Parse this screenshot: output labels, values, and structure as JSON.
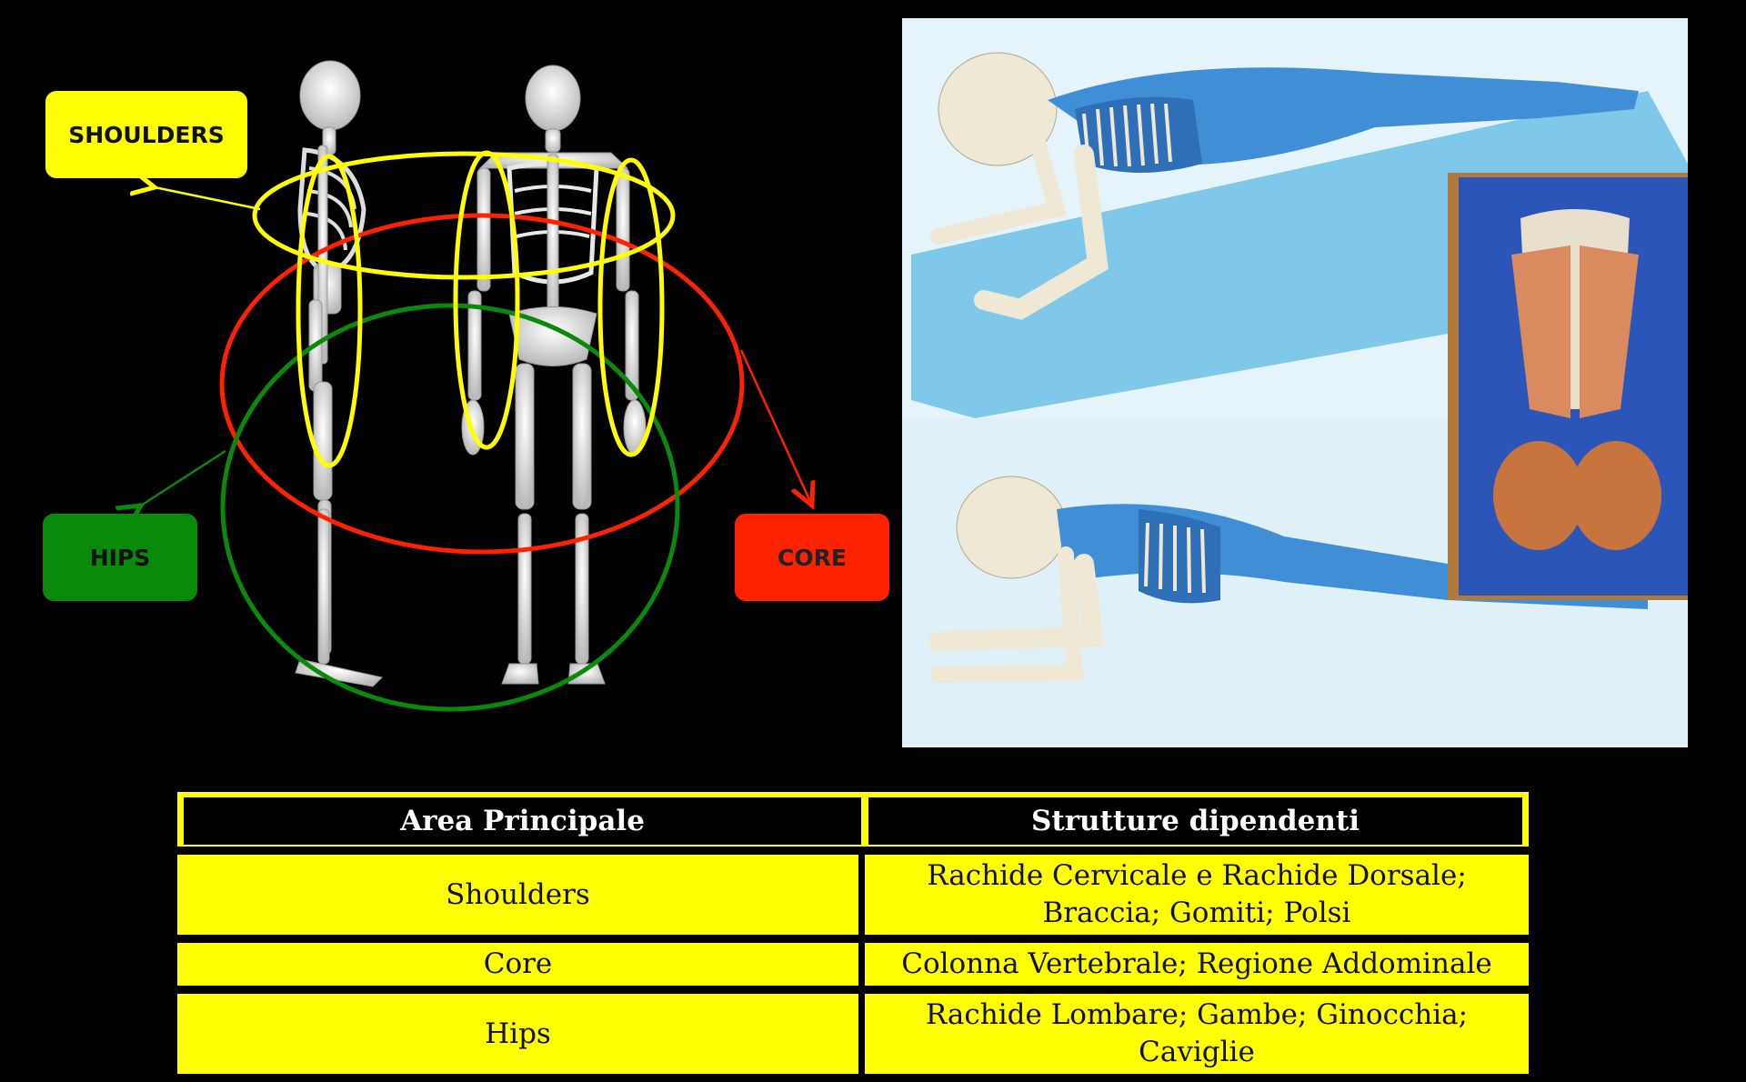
{
  "diagram": {
    "labels": {
      "shoulders": "SHOULDERS",
      "hips": "HIPS",
      "core": "CORE"
    },
    "colors": {
      "shoulders": "#ffff00",
      "hips": "#0a8a0a",
      "core": "#ff2200"
    }
  },
  "table": {
    "headers": [
      "Area Principale",
      "Strutture dipendenti"
    ],
    "rows": [
      {
        "area": "Shoulders",
        "structures": "Rachide Cervicale e Rachide Dorsale; Braccia; Gomiti; Polsi"
      },
      {
        "area": "Core",
        "structures": "Colonna Vertebrale; Regione Addominale"
      },
      {
        "area": "Hips",
        "structures": "Rachide Lombare; Gambe; Ginocchia; Caviglie"
      }
    ]
  }
}
